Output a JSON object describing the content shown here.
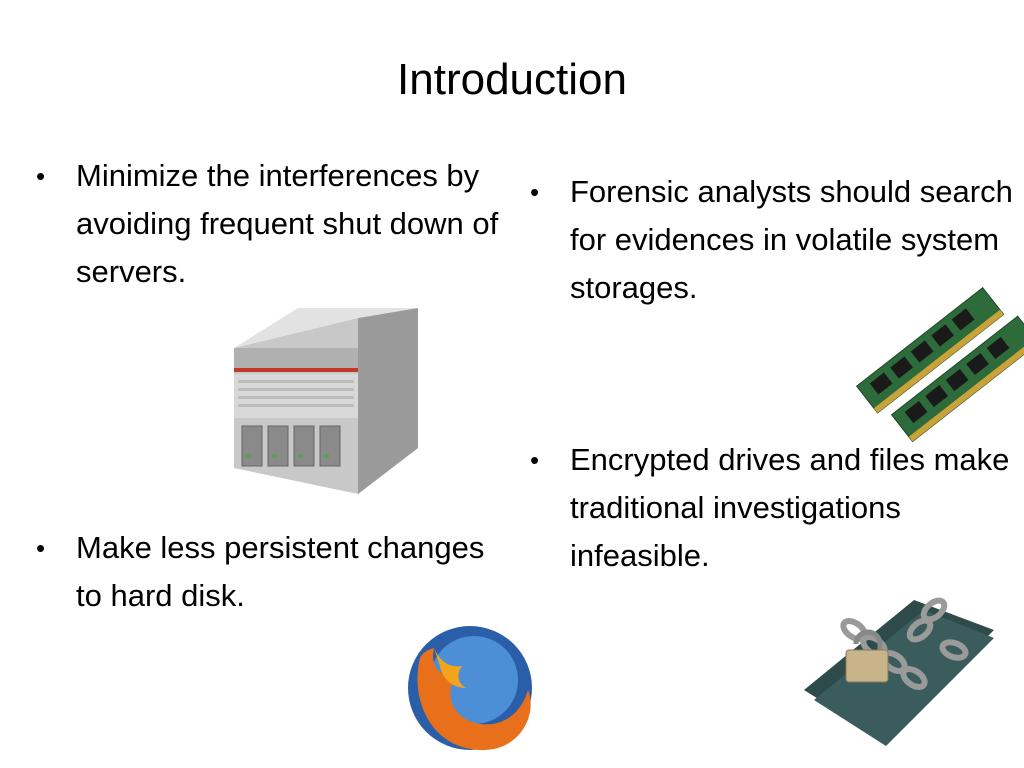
{
  "slide": {
    "title": "Introduction",
    "bullets": [
      {
        "text": "Minimize the interferences by avoiding frequent shut down of servers."
      },
      {
        "text": "Make less persistent changes to hard disk."
      },
      {
        "text": "Forensic analysts should search for evidences in volatile system storages."
      },
      {
        "text": "Encrypted drives and files make traditional investigations infeasible."
      }
    ],
    "bullet_glyph": "•",
    "images": {
      "server": "server-rack-icon",
      "firefox": "firefox-logo-icon",
      "ram": "ram-modules-icon",
      "locked": "chained-notebook-padlock-icon"
    }
  }
}
